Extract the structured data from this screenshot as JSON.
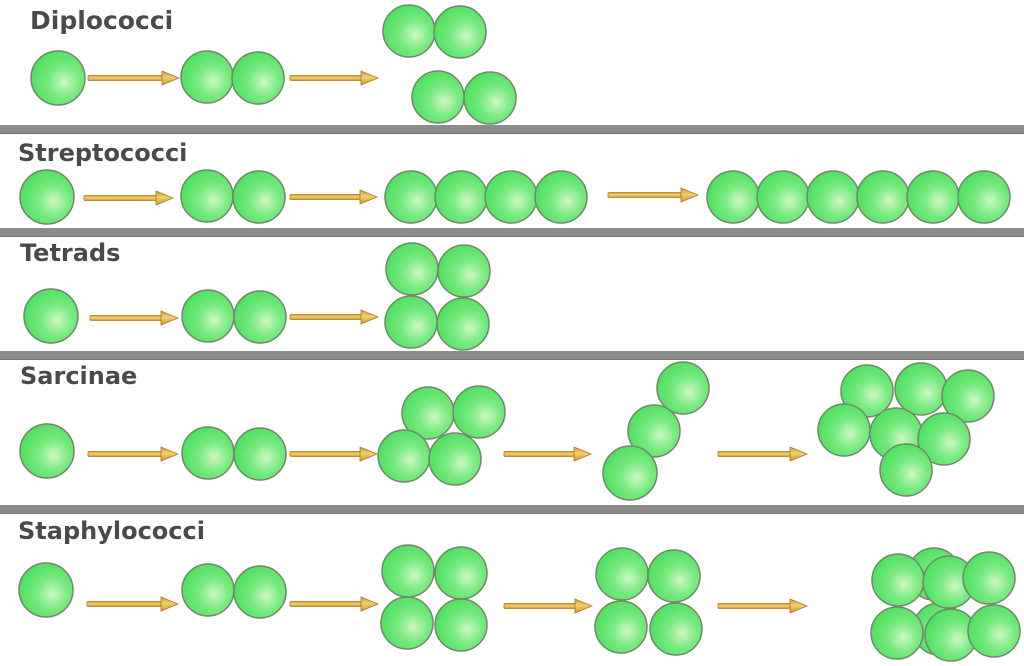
{
  "diagram": {
    "description_type": "bacterial-cocci-arrangements",
    "rows": [
      {
        "id": "diplococci",
        "label": "Diplococci",
        "stages": [
          {
            "cells": 1,
            "shape": "single"
          },
          {
            "cells": 2,
            "shape": "pair"
          },
          {
            "cells": 4,
            "shape": "two separate pairs"
          }
        ],
        "arrow_count": 2
      },
      {
        "id": "streptococci",
        "label": "Streptococci",
        "stages": [
          {
            "cells": 1,
            "shape": "single"
          },
          {
            "cells": 2,
            "shape": "pair"
          },
          {
            "cells": 4,
            "shape": "chain"
          },
          {
            "cells": 6,
            "shape": "chain"
          }
        ],
        "arrow_count": 3
      },
      {
        "id": "tetrads",
        "label": "Tetrads",
        "stages": [
          {
            "cells": 1,
            "shape": "single"
          },
          {
            "cells": 2,
            "shape": "pair"
          },
          {
            "cells": 4,
            "shape": "2x2 tetrad"
          }
        ],
        "arrow_count": 2
      },
      {
        "id": "sarcinae",
        "label": "Sarcinae",
        "stages": [
          {
            "cells": 1,
            "shape": "single"
          },
          {
            "cells": 2,
            "shape": "pair"
          },
          {
            "cells": 4,
            "shape": "staggered cluster"
          },
          {
            "cells": 3,
            "shape": "diagonal chain"
          },
          {
            "cells": 7,
            "shape": "cubical packet cluster"
          }
        ],
        "arrow_count": 4
      },
      {
        "id": "staphylococci",
        "label": "Staphylococci",
        "stages": [
          {
            "cells": 1,
            "shape": "single"
          },
          {
            "cells": 2,
            "shape": "pair"
          },
          {
            "cells": 4,
            "shape": "2x2 tetrad"
          },
          {
            "cells": 4,
            "shape": "2x2 tetrad"
          },
          {
            "cells": 8,
            "shape": "grape-like cluster"
          }
        ],
        "arrow_count": 4
      }
    ]
  },
  "colors": {
    "background": "#ffffff",
    "cell_edge_green": "#3fdc55",
    "cell_mid_green": "#77ea7f",
    "cell_highlight": "#cdf7c3",
    "cell_border": "#75856b",
    "arrow_fill_light": "#f4cd71",
    "arrow_fill_dark": "#cf9730",
    "arrow_border": "#a97c22",
    "divider_gray": "#8c8c8c",
    "label_text": "#474b49"
  }
}
